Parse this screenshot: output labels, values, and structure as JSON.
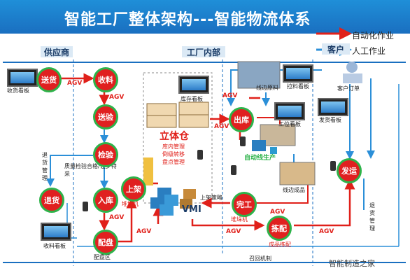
{
  "title": "智能工厂整体架构---智能物流体系",
  "legend": {
    "auto": "自动化作业",
    "manual": "人工作业"
  },
  "lanes": {
    "supplier": "供应商",
    "factory": "工厂内部",
    "customer": "客户"
  },
  "nodes": {
    "deliver": "送货",
    "receive": "收料",
    "inspect_send": "送验",
    "inspect": "检验",
    "return": "退货",
    "instock": "入库",
    "tray": "配盘",
    "shelf": "上架",
    "outstock": "出库",
    "complete": "完工",
    "pick": "拣配",
    "ship": "发运"
  },
  "labels": {
    "delivery_board": "收货看板",
    "receiving_board": "收料看板",
    "inventory_board": "库存看板",
    "side_material": "线边原料",
    "pull_board": "拉料看板",
    "customer_order": "客户订单",
    "station_board": "工位看板",
    "shipping_board": "发货看板",
    "auto_production": "自动线生产",
    "side_finished": "线边成品",
    "return_mgmt": "退货管理",
    "quality_check": "质量检验合格/让步特采",
    "tray_area": "配盘区",
    "shelf_machine": "堆垛机",
    "shelf_policy": "上架策略",
    "stacker": "堆垛机",
    "finished_pick": "成品拣配",
    "recall": "召回机制",
    "return_pipe": "退货管理",
    "vmi": "VMI",
    "warehouse": "立体仓",
    "warehouse_ops": "库内管理\n倒级转移\n盘点管理",
    "agv": "AGV",
    "watermark": "智能制造之家"
  },
  "colors": {
    "banner": "#1a7bcc",
    "node": "#e02020",
    "ring": "#2db34a",
    "arrow_red": "#e0201a",
    "arrow_blue": "#2b8fd8"
  }
}
